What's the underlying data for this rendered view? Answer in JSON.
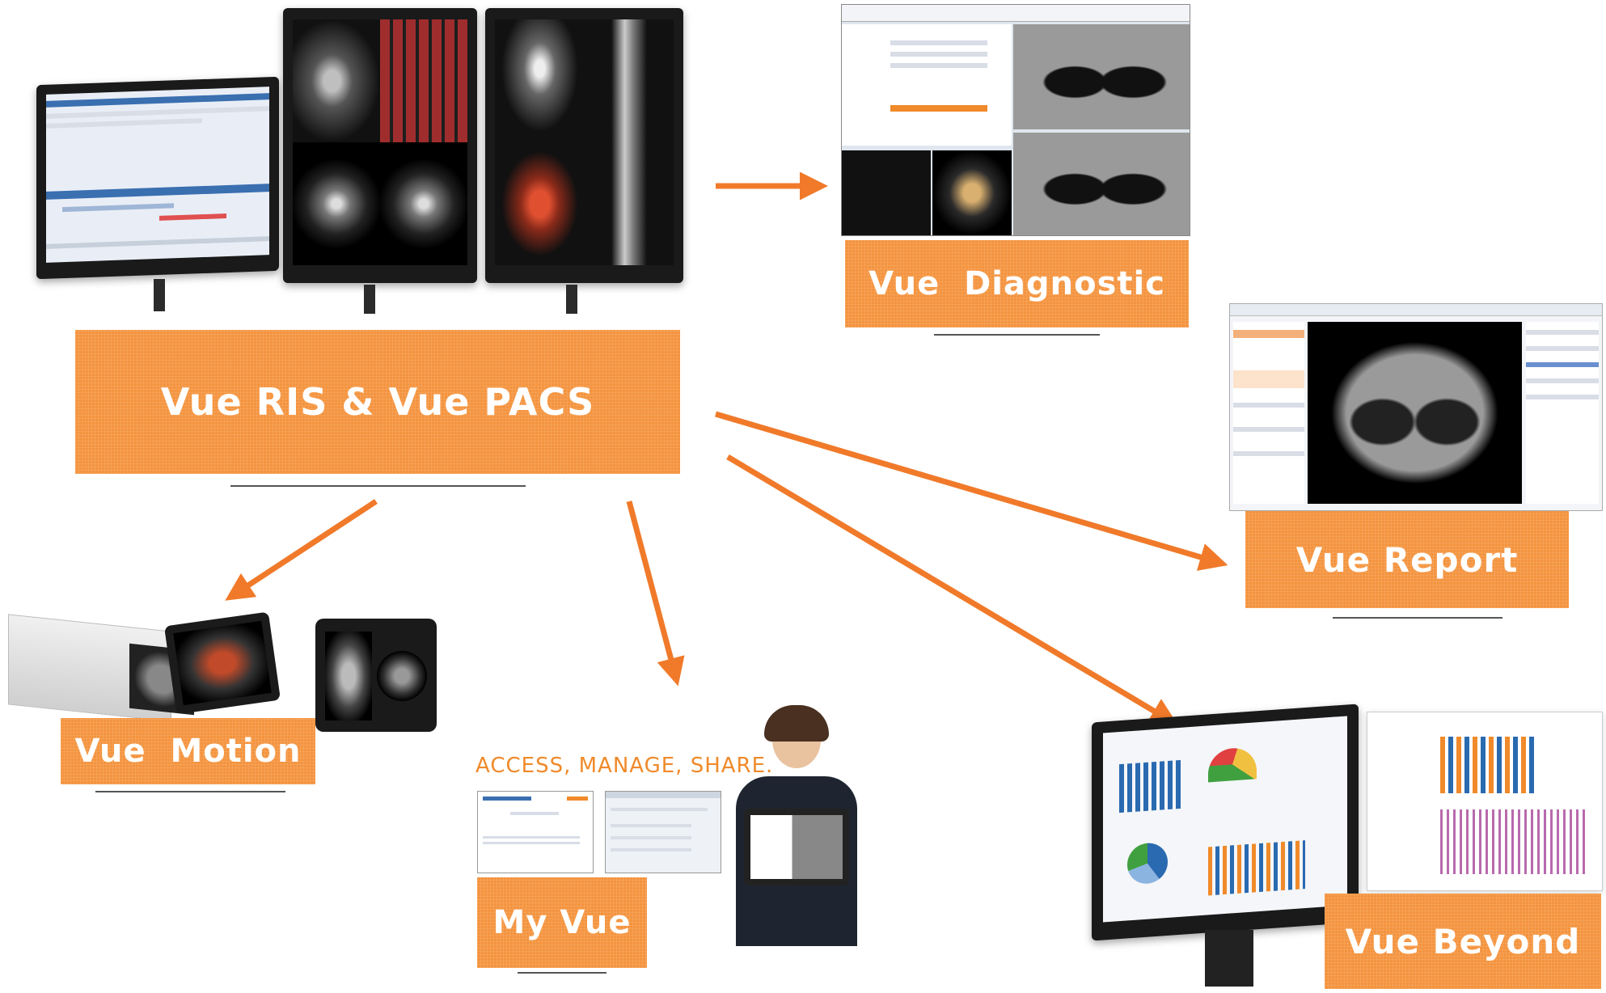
{
  "labels": {
    "ris_pacs": "Vue RIS & Vue PACS",
    "diagnostic": "Vue  Diagnostic",
    "report": "Vue Report",
    "motion": "Vue  Motion",
    "my_vue": "My Vue",
    "beyond": "Vue Beyond"
  },
  "tagline": "ACCESS, MANAGE, SHARE.",
  "colors": {
    "accent": "#f4943f",
    "arrow": "#f07a2a",
    "dark": "#1a1a1a"
  }
}
